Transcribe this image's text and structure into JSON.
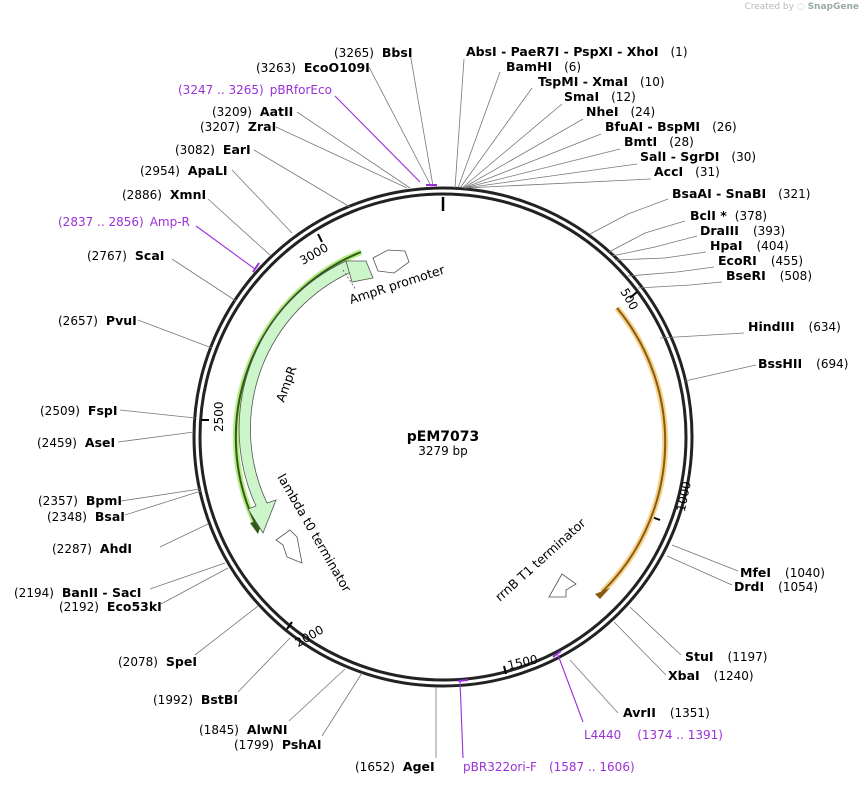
{
  "credit": {
    "prefix": "Created by",
    "brand": "SnapGene"
  },
  "plasmid": {
    "name": "pEM7073",
    "size_label": "3279 bp"
  },
  "ticks": [
    "500",
    "1000",
    "1500",
    "2000",
    "2500",
    "3000"
  ],
  "features": [
    {
      "label": "AmpR promoter"
    },
    {
      "label": "AmpR"
    },
    {
      "label": "lambda t0 terminator"
    },
    {
      "label": "rrnB T1 terminator"
    }
  ],
  "enzymes": [
    {
      "text": "AbsI - PaeR7I - PspXI - XhoI",
      "pos": "(1)"
    },
    {
      "text": "BamHI",
      "pos": "(6)"
    },
    {
      "text": "TspMI - XmaI",
      "pos": "(10)"
    },
    {
      "text": "SmaI",
      "pos": "(12)"
    },
    {
      "text": "NheI",
      "pos": "(24)"
    },
    {
      "text": "BfuAI - BspMI",
      "pos": "(26)"
    },
    {
      "text": "BmtI",
      "pos": "(28)"
    },
    {
      "text": "SalI - SgrDI",
      "pos": "(30)"
    },
    {
      "text": "AccI",
      "pos": "(31)"
    },
    {
      "text": "BsaAI - SnaBI",
      "pos": "(321)"
    },
    {
      "text": "BclI *",
      "pos": "(378)"
    },
    {
      "text": "DraIII",
      "pos": "(393)"
    },
    {
      "text": "HpaI",
      "pos": "(404)"
    },
    {
      "text": "EcoRI",
      "pos": "(455)"
    },
    {
      "text": "BseRI",
      "pos": "(508)"
    },
    {
      "text": "HindIII",
      "pos": "(634)"
    },
    {
      "text": "BssHII",
      "pos": "(694)"
    },
    {
      "text": "MfeI",
      "pos": "(1040)"
    },
    {
      "text": "DrdI",
      "pos": "(1054)"
    },
    {
      "text": "StuI",
      "pos": "(1197)"
    },
    {
      "text": "XbaI",
      "pos": "(1240)"
    },
    {
      "text": "AvrII",
      "pos": "(1351)"
    },
    {
      "text": "AgeI",
      "pos": "(1652)"
    },
    {
      "text": "PshAI",
      "pos": "(1799)"
    },
    {
      "text": "AlwNI",
      "pos": "(1845)"
    },
    {
      "text": "BstBI",
      "pos": "(1992)"
    },
    {
      "text": "SpeI",
      "pos": "(2078)"
    },
    {
      "text": "Eco53kI",
      "pos": "(2192)"
    },
    {
      "text": "BanII - SacI",
      "pos": "(2194)"
    },
    {
      "text": "AhdI",
      "pos": "(2287)"
    },
    {
      "text": "BsaI",
      "pos": "(2348)"
    },
    {
      "text": "BpmI",
      "pos": "(2357)"
    },
    {
      "text": "AseI",
      "pos": "(2459)"
    },
    {
      "text": "FspI",
      "pos": "(2509)"
    },
    {
      "text": "PvuI",
      "pos": "(2657)"
    },
    {
      "text": "ScaI",
      "pos": "(2767)"
    },
    {
      "text": "XmnI",
      "pos": "(2886)"
    },
    {
      "text": "ApaLI",
      "pos": "(2954)"
    },
    {
      "text": "EarI",
      "pos": "(3082)"
    },
    {
      "text": "ZraI",
      "pos": "(3207)"
    },
    {
      "text": "AatII",
      "pos": "(3209)"
    },
    {
      "text": "EcoO109I",
      "pos": "(3263)"
    },
    {
      "text": "BbsI",
      "pos": "(3265)"
    }
  ],
  "primers": [
    {
      "name": "pBRforEco",
      "range": "(3247 .. 3265)"
    },
    {
      "name": "Amp-R",
      "range": "(2837 .. 2856)"
    },
    {
      "name": "L4440",
      "range": "(1374 .. 1391)"
    },
    {
      "name": "pBR322ori-F",
      "range": "(1587 .. 1606)"
    }
  ],
  "colors": {
    "backbone": "#222222",
    "primer": "#9b30d9",
    "ampr_fill": "#ccf5c9",
    "ampr_arrow": "#2e5c12",
    "ampr_glow": "#b6ec86",
    "rrnb_arrow": "#8a5a10",
    "rrnb_glow": "#f5d28a"
  }
}
